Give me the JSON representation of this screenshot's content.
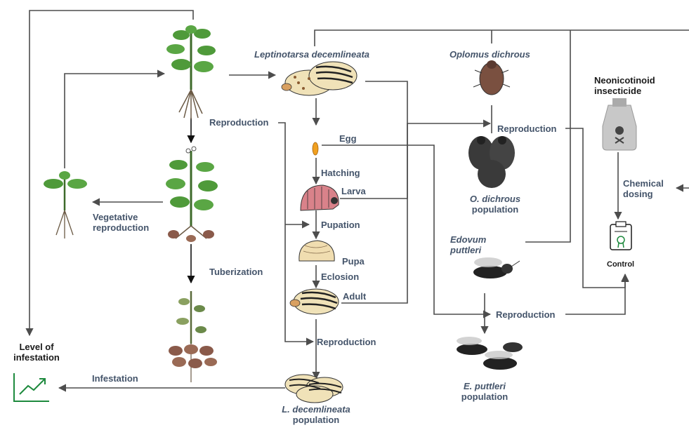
{
  "labels": {
    "leptinotarsa": "Leptinotarsa decemlineata",
    "oplomus": "Oplomus dichrous",
    "neonicotinoid_line1": "Neonicotinoid",
    "neonicotinoid_line2": "insecticide",
    "reproduction_potato": "Reproduction",
    "egg": "Egg",
    "hatching": "Hatching",
    "larva": "Larva",
    "pupation": "Pupation",
    "pupa": "Pupa",
    "eclosion": "Eclosion",
    "adult": "Adult",
    "reproduction_beetle": "Reproduction",
    "vegetative_line1": "Vegetative",
    "vegetative_line2": "reproduction",
    "tuberization": "Tuberization",
    "level_line1": "Level of",
    "level_line2": "infestation",
    "infestation": "Infestation",
    "ld_pop_line1": "L. decemlineata",
    "ld_pop_line2": "population",
    "reproduction_oplomus": "Reproduction",
    "od_pop_line1": "O. dichrous",
    "od_pop_line2": "population",
    "edovum_line1": "Edovum",
    "edovum_line2": "puttleri",
    "reproduction_edovum": "Reproduction",
    "ep_pop_line1": "E. puttleri",
    "ep_pop_line2": "population",
    "chemical_line1": "Chemical",
    "chemical_line2": "dosing",
    "control": "Control"
  },
  "colors": {
    "label_text": "#44546a",
    "arrow": "#4d4d4d",
    "chart_icon": "#1e8a3e",
    "leaf": "#4f9a3a",
    "tuber": "#8a5a4a",
    "beetle_body": "#f0e2b8",
    "larva": "#d9828a",
    "predator": "#3a3a3a"
  },
  "icons": [
    "potato-plant-icon",
    "flowering-potato-plant-icon",
    "tuberizing-potato-plant-icon",
    "seedling-icon",
    "beetle-icon",
    "egg-icon",
    "larva-icon",
    "pupa-icon",
    "adult-beetle-icon",
    "beetle-population-icon",
    "stink-bug-icon",
    "stink-bug-population-icon",
    "wasp-icon",
    "wasp-population-icon",
    "insecticide-bottle-icon",
    "control-clipboard-icon",
    "trend-chart-icon"
  ]
}
